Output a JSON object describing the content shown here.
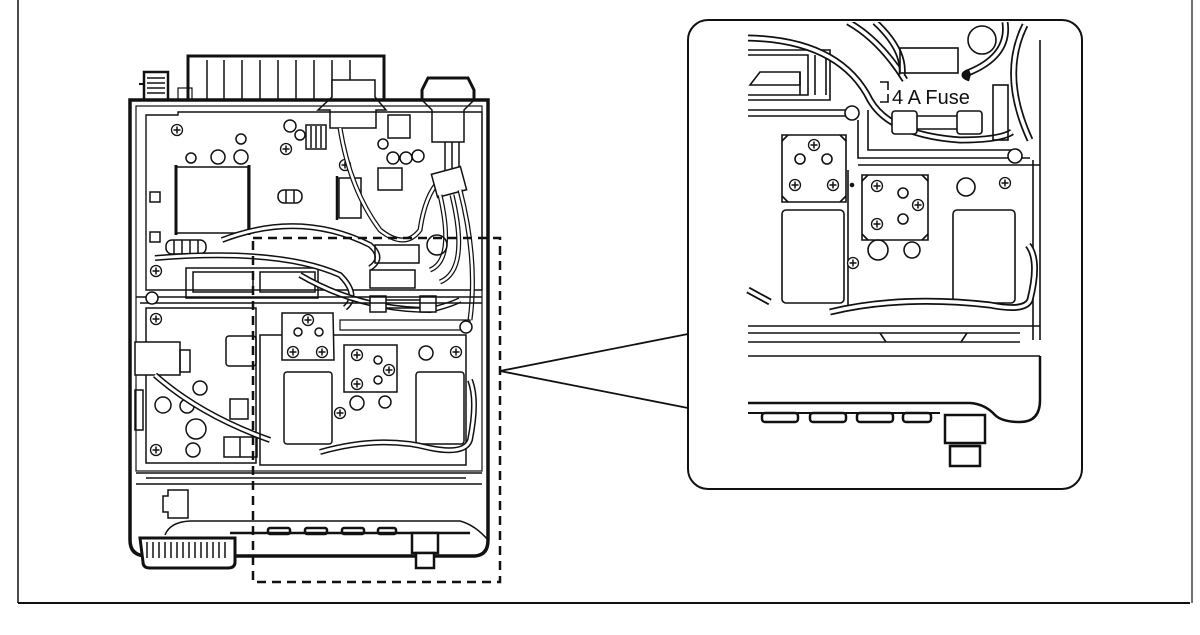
{
  "diagram": {
    "subject": "transceiver-top-view-internal",
    "callout": {
      "label": "4 A Fuse",
      "component": "fuse",
      "fuse_rating_amps": 4
    },
    "colors": {
      "line": "#111111",
      "background": "#ffffff"
    }
  }
}
